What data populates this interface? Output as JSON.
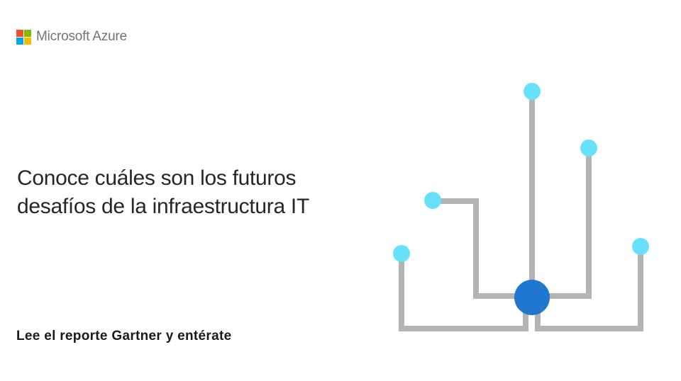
{
  "brand": {
    "name": "Microsoft Azure",
    "logo_colors": [
      "#f25022",
      "#7fba00",
      "#00a4ef",
      "#ffb900"
    ]
  },
  "headline": {
    "line1": "Conoce cuáles son los futuros",
    "line2": "desafíos de la infraestructura IT"
  },
  "cta": {
    "label": "Lee el reporte Gartner y entérate"
  },
  "graphic": {
    "icon": "network-hub-illustration",
    "line_color": "#b3b3b3",
    "node_color": "#66e0fb",
    "hub_color": "#1e78cf"
  }
}
